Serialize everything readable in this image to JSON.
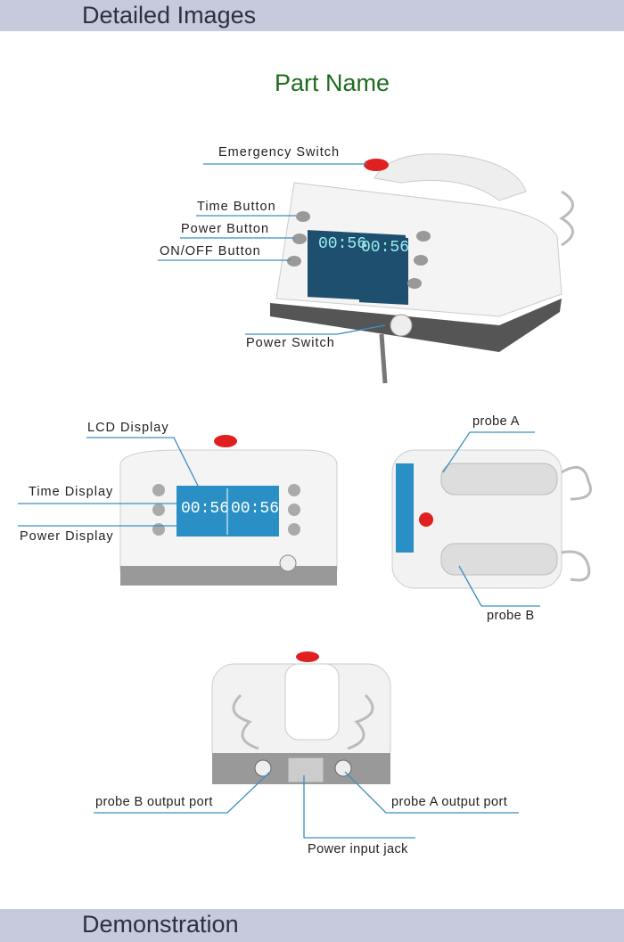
{
  "header": {
    "title": "Detailed Images"
  },
  "section_title": "Part Name",
  "labels": {
    "emergency_switch": "Emergency Switch",
    "time_button": "Time Button",
    "power_button": "Power Button",
    "onoff_button": "ON/OFF Button",
    "power_switch": "Power Switch",
    "lcd_display": "LCD Display",
    "time_display": "Time Display",
    "power_display": "Power Display",
    "probe_a": "probe A",
    "probe_b": "probe B",
    "probe_b_port": "probe B output port",
    "probe_a_port": "probe A output port",
    "power_input_jack": "Power input jack"
  },
  "lcd": {
    "time_a": "00:56",
    "time_b": "00:56"
  },
  "footer": {
    "title": "Demonstration"
  },
  "colors": {
    "leader": "#3a8fc0",
    "lcd": "#2a8fc4",
    "header": "#c6cadc",
    "title": "#1f6b1f"
  }
}
